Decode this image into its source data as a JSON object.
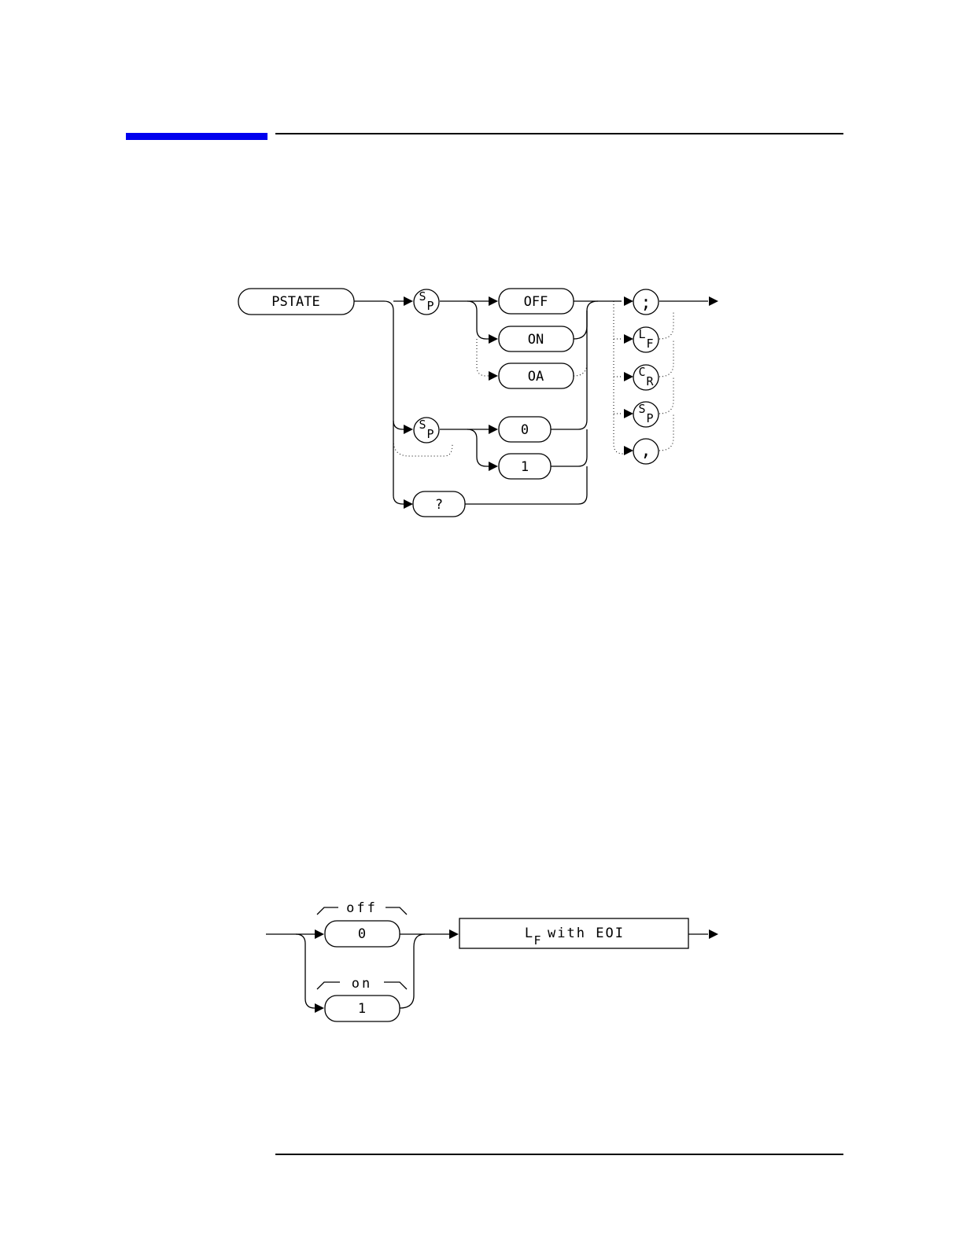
{
  "colors": {
    "accent": "#0000ee",
    "ink": "#000000"
  },
  "syntax": {
    "command": "PSTATE",
    "space_label": {
      "main": "S",
      "sub": "P"
    },
    "options_text": [
      "OFF",
      "ON",
      "OA"
    ],
    "options_numeric": [
      "0",
      "1"
    ],
    "query": "?",
    "terminators": {
      "semicolon": ";",
      "linefeed": {
        "main": "L",
        "sub": "F"
      },
      "carriage_return": {
        "main": "C",
        "sub": "R"
      },
      "space": {
        "main": "S",
        "sub": "P"
      },
      "comma": ","
    }
  },
  "response": {
    "off_label": "off",
    "off_value": "0",
    "on_label": "on",
    "on_value": "1",
    "terminator": {
      "main": "L",
      "sub": "F",
      "rest": "with EOI"
    }
  }
}
